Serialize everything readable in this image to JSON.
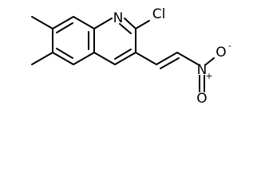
{
  "molecule": {
    "atoms": {
      "ring_nitrogen": "N",
      "chlorine": "Cl",
      "nitro_nitrogen": "N",
      "nitro_nitrogen_charge": "+",
      "nitro_oxygen_top": "O",
      "nitro_oxygen_top_charge": "-",
      "nitro_oxygen_bottom": "O"
    },
    "colors": {
      "bond": "#000000",
      "background": "#ffffff"
    }
  }
}
